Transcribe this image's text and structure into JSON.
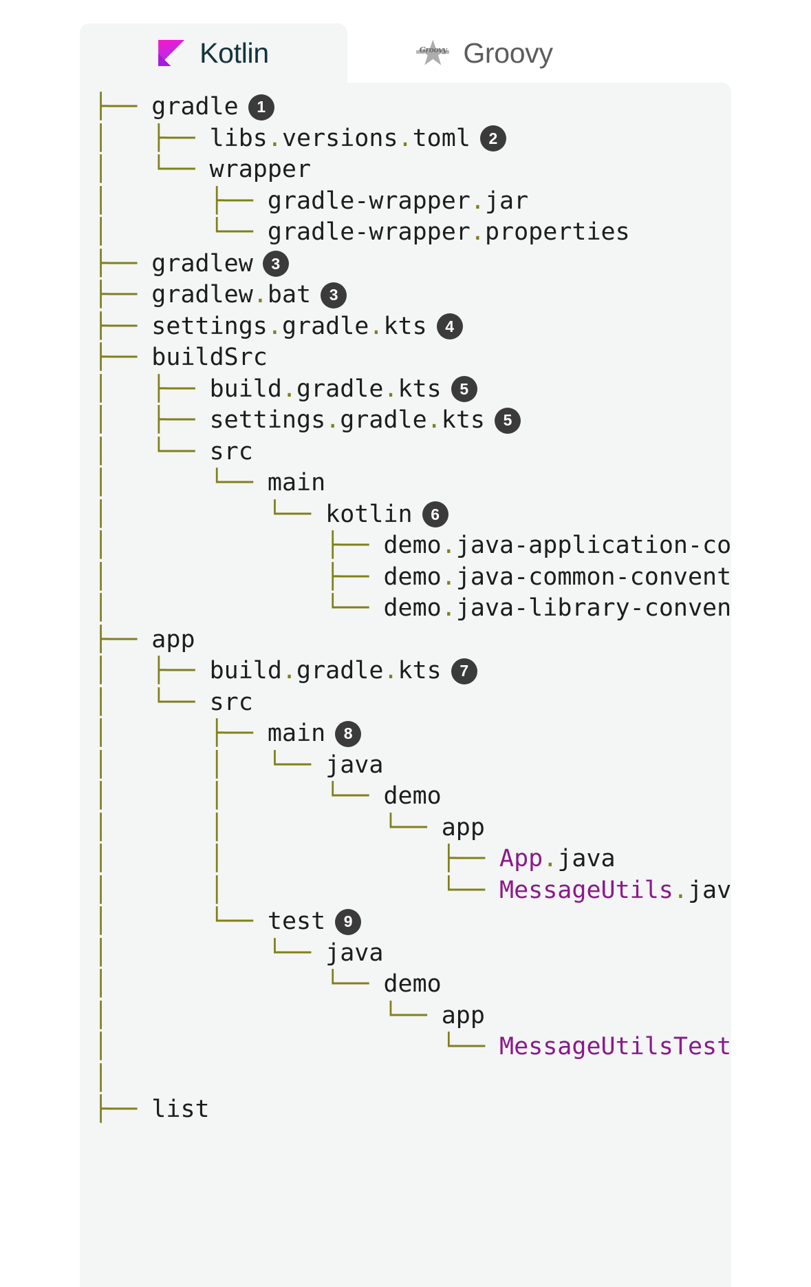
{
  "tabs": [
    {
      "label": "Kotlin",
      "icon": "kotlin-logo-icon",
      "active": true
    },
    {
      "label": "Groovy",
      "icon": "groovy-logo-icon",
      "active": false
    }
  ],
  "colors": {
    "page_background": "#ffffff",
    "panel_background": "#f4f5f5",
    "tree_connector": "#80801a",
    "text": "#1d1d1d",
    "class_name": "#8a1a8a",
    "badge_background": "#3b3b3b",
    "badge_text": "#ffffff",
    "active_tab_text": "#13343b",
    "inactive_tab_text": "#5c5c5c"
  },
  "groovy_icon_text": "Groovy",
  "tree": {
    "rows": [
      {
        "gutter": "├── ",
        "name": "gradle",
        "badge": "1"
      },
      {
        "gutter": "│   ├── ",
        "name": "libs.versions.toml",
        "badge": "2"
      },
      {
        "gutter": "│   └── ",
        "name": "wrapper",
        "badge": ""
      },
      {
        "gutter": "│       ├── ",
        "name": "gradle-wrapper.jar",
        "badge": ""
      },
      {
        "gutter": "│       └── ",
        "name": "gradle-wrapper.properties",
        "badge": ""
      },
      {
        "gutter": "├── ",
        "name": "gradlew",
        "badge": "3"
      },
      {
        "gutter": "├── ",
        "name": "gradlew.bat",
        "badge": "3"
      },
      {
        "gutter": "├── ",
        "name": "settings.gradle.kts",
        "badge": "4"
      },
      {
        "gutter": "├── ",
        "name": "buildSrc",
        "badge": ""
      },
      {
        "gutter": "│   ├── ",
        "name": "build.gradle.kts",
        "badge": "5"
      },
      {
        "gutter": "│   ├── ",
        "name": "settings.gradle.kts",
        "badge": "5"
      },
      {
        "gutter": "│   └── ",
        "name": "src",
        "badge": ""
      },
      {
        "gutter": "│       └── ",
        "name": "main",
        "badge": ""
      },
      {
        "gutter": "│           └── ",
        "name": "kotlin",
        "badge": "6"
      },
      {
        "gutter": "│               ├── ",
        "name": "demo.java-application-conventions.gradle.kts",
        "badge": ""
      },
      {
        "gutter": "│               ├── ",
        "name": "demo.java-common-conventions.gradle.kts",
        "badge": ""
      },
      {
        "gutter": "│               └── ",
        "name": "demo.java-library-conventions.gradle.kts",
        "badge": ""
      },
      {
        "gutter": "├── ",
        "name": "app",
        "badge": ""
      },
      {
        "gutter": "│   ├── ",
        "name": "build.gradle.kts",
        "badge": "7"
      },
      {
        "gutter": "│   └── ",
        "name": "src",
        "badge": ""
      },
      {
        "gutter": "│       ├── ",
        "name": "main",
        "badge": "8"
      },
      {
        "gutter": "│       │   └── ",
        "name": "java",
        "badge": ""
      },
      {
        "gutter": "│       │       └── ",
        "name": "demo",
        "badge": ""
      },
      {
        "gutter": "│       │           └── ",
        "name": "app",
        "badge": ""
      },
      {
        "gutter": "│       │               ├── ",
        "name": "App.java",
        "badge": "",
        "class_name": true
      },
      {
        "gutter": "│       │               └── ",
        "name": "MessageUtils.java",
        "badge": "",
        "class_name": true
      },
      {
        "gutter": "│       └── ",
        "name": "test",
        "badge": "9"
      },
      {
        "gutter": "│           └── ",
        "name": "java",
        "badge": ""
      },
      {
        "gutter": "│               └── ",
        "name": "demo",
        "badge": ""
      },
      {
        "gutter": "│                   └── ",
        "name": "app",
        "badge": ""
      },
      {
        "gutter": "│                       └── ",
        "name": "MessageUtilsTest.java",
        "badge": "",
        "class_name": true
      },
      {
        "gutter": "│   ",
        "name": "",
        "badge": ""
      },
      {
        "gutter": "├── ",
        "name": "list",
        "badge": ""
      }
    ]
  }
}
